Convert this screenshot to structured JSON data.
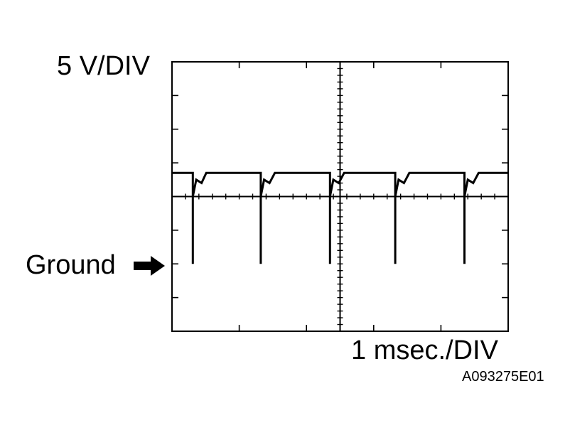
{
  "labels": {
    "voltage_div": "5 V/DIV",
    "time_div": "1 msec./DIV",
    "ground": "Ground",
    "figure_code": "A093275E01"
  },
  "icons": {
    "ground_marker": "right-arrow-icon"
  },
  "scope": {
    "divisions_x": 5,
    "divisions_y": 8,
    "ground_level_div_from_top": 6,
    "center_line_div_from_top": 4
  },
  "chart_data": {
    "type": "line",
    "xlabel": "1 msec./DIV",
    "ylabel": "5 V/DIV",
    "xlim": [
      0,
      5
    ],
    "ylim": [
      -2,
      6
    ],
    "grid": true,
    "series": [
      {
        "x": [
          0,
          0.31,
          0.31,
          0.31,
          0.36,
          0.44,
          0.51,
          0.61,
          1.32,
          1.32,
          1.32,
          1.37,
          1.45,
          1.53,
          1.63,
          2.35,
          2.35,
          2.35,
          2.4,
          2.48,
          2.56,
          2.66,
          3.32,
          3.32,
          3.32,
          3.37,
          3.45,
          3.53,
          3.63,
          4.35,
          4.35,
          4.35,
          4.4,
          4.48,
          4.56,
          4.66,
          5.0
        ],
        "y": [
          2.7,
          2.7,
          0,
          2.0,
          2.5,
          2.4,
          2.7,
          2.7,
          2.7,
          0,
          2.0,
          2.5,
          2.4,
          2.7,
          2.7,
          2.7,
          0,
          2.0,
          2.5,
          2.4,
          2.7,
          2.7,
          2.7,
          0,
          2.0,
          2.5,
          2.4,
          2.7,
          2.7,
          2.7,
          0,
          2.0,
          2.5,
          2.4,
          2.7,
          2.7,
          2.7
        ]
      }
    ]
  }
}
